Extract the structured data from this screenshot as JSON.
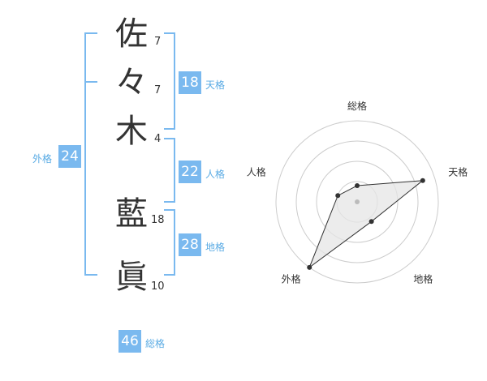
{
  "name_chars": [
    {
      "char": "佐",
      "strokes": "7"
    },
    {
      "char": "々",
      "strokes": "7"
    },
    {
      "char": "木",
      "strokes": "4"
    },
    {
      "char": "藍",
      "strokes": "18"
    },
    {
      "char": "眞",
      "strokes": "10"
    }
  ],
  "fortune": {
    "tenkaku": {
      "value": "18",
      "label": "天格"
    },
    "jinkaku": {
      "value": "22",
      "label": "人格"
    },
    "chikaku": {
      "value": "28",
      "label": "地格"
    },
    "gaikaku": {
      "value": "24",
      "label": "外格"
    },
    "soukaku": {
      "value": "46",
      "label": "総格"
    }
  },
  "chart_data": {
    "type": "radar",
    "axes": [
      "総格",
      "天格",
      "地格",
      "外格",
      "人格"
    ],
    "values": [
      0.2,
      0.85,
      0.3,
      1.0,
      0.25
    ],
    "rings": 4,
    "colors": {
      "fill": "#e6e6e6",
      "line": "#333333",
      "ring": "#cccccc",
      "center": "#bbbbbb"
    }
  }
}
